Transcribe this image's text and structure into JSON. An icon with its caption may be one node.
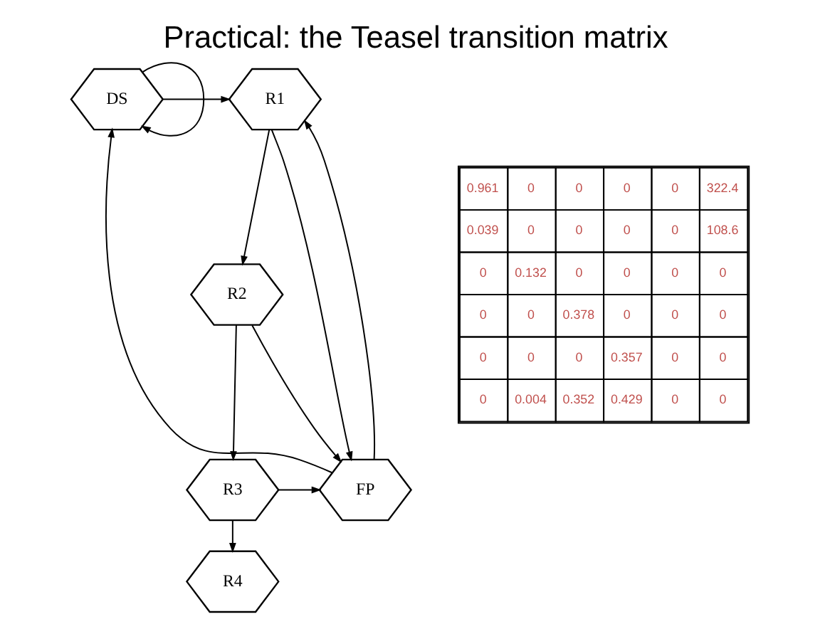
{
  "diagram": {
    "title": "Practical: the Teasel transition matrix",
    "nodes": [
      {
        "text": [
          "DS"
        ]
      },
      {
        "text": [
          "R1"
        ]
      },
      {
        "text": [
          "R2"
        ]
      },
      {
        "text": [
          "R3"
        ]
      },
      {
        "text": [
          "R4"
        ]
      },
      {
        "text": [
          "FP"
        ]
      }
    ],
    "edges": [
      {
        "from": 0,
        "to": 0,
        "arrow": "to"
      },
      {
        "from": 0,
        "to": 1,
        "arrow": "to"
      },
      {
        "from": 1,
        "to": 2,
        "arrow": "to"
      },
      {
        "from": 2,
        "to": 3,
        "arrow": "to"
      },
      {
        "from": 3,
        "to": 4,
        "arrow": "to"
      },
      {
        "from": 1,
        "to": 5,
        "arrow": "to"
      },
      {
        "from": 2,
        "to": 5,
        "arrow": "to"
      },
      {
        "from": 3,
        "to": 5,
        "arrow": "to"
      },
      {
        "from": 5,
        "to": 1,
        "arrow": "to"
      },
      {
        "from": 5,
        "to": 0,
        "arrow": "to"
      }
    ],
    "labels": [
      "0.961",
      "0",
      "0",
      "0",
      "0",
      "322.4",
      "0.039",
      "0",
      "0",
      "0",
      "0",
      "108.6",
      "0",
      "0.132",
      "0",
      "0",
      "0",
      "0",
      "0",
      "0",
      "0.378",
      "0",
      "0",
      "0",
      "0",
      "0",
      "0",
      "0.357",
      "0",
      "0",
      "0",
      "0.004",
      "0.352",
      "0.429",
      "0",
      "0"
    ]
  }
}
